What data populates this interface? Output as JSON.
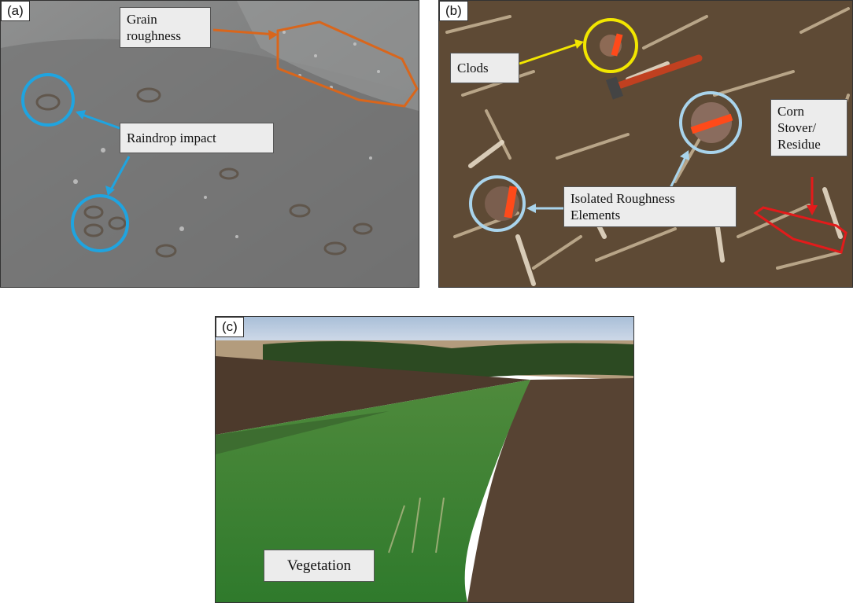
{
  "panels": {
    "a": {
      "tag": "(a)",
      "labels": {
        "grain": [
          "Grain",
          "roughness"
        ],
        "raindrop": "Raindrop impact"
      },
      "colors": {
        "grain_outline": "#d9661c",
        "raindrop_marker": "#1fa4e0"
      }
    },
    "b": {
      "tag": "(b)",
      "labels": {
        "clods": "Clods",
        "isolated": [
          "Isolated Roughness",
          "Elements"
        ],
        "corn": [
          "Corn",
          "Stover/",
          "Residue"
        ]
      },
      "colors": {
        "clods_marker": "#f2e600",
        "isolated_marker": "#a9d4ec",
        "residue_marker": "#e21b1b"
      }
    },
    "c": {
      "tag": "(c)",
      "labels": {
        "vegetation": "Vegetation"
      }
    }
  }
}
